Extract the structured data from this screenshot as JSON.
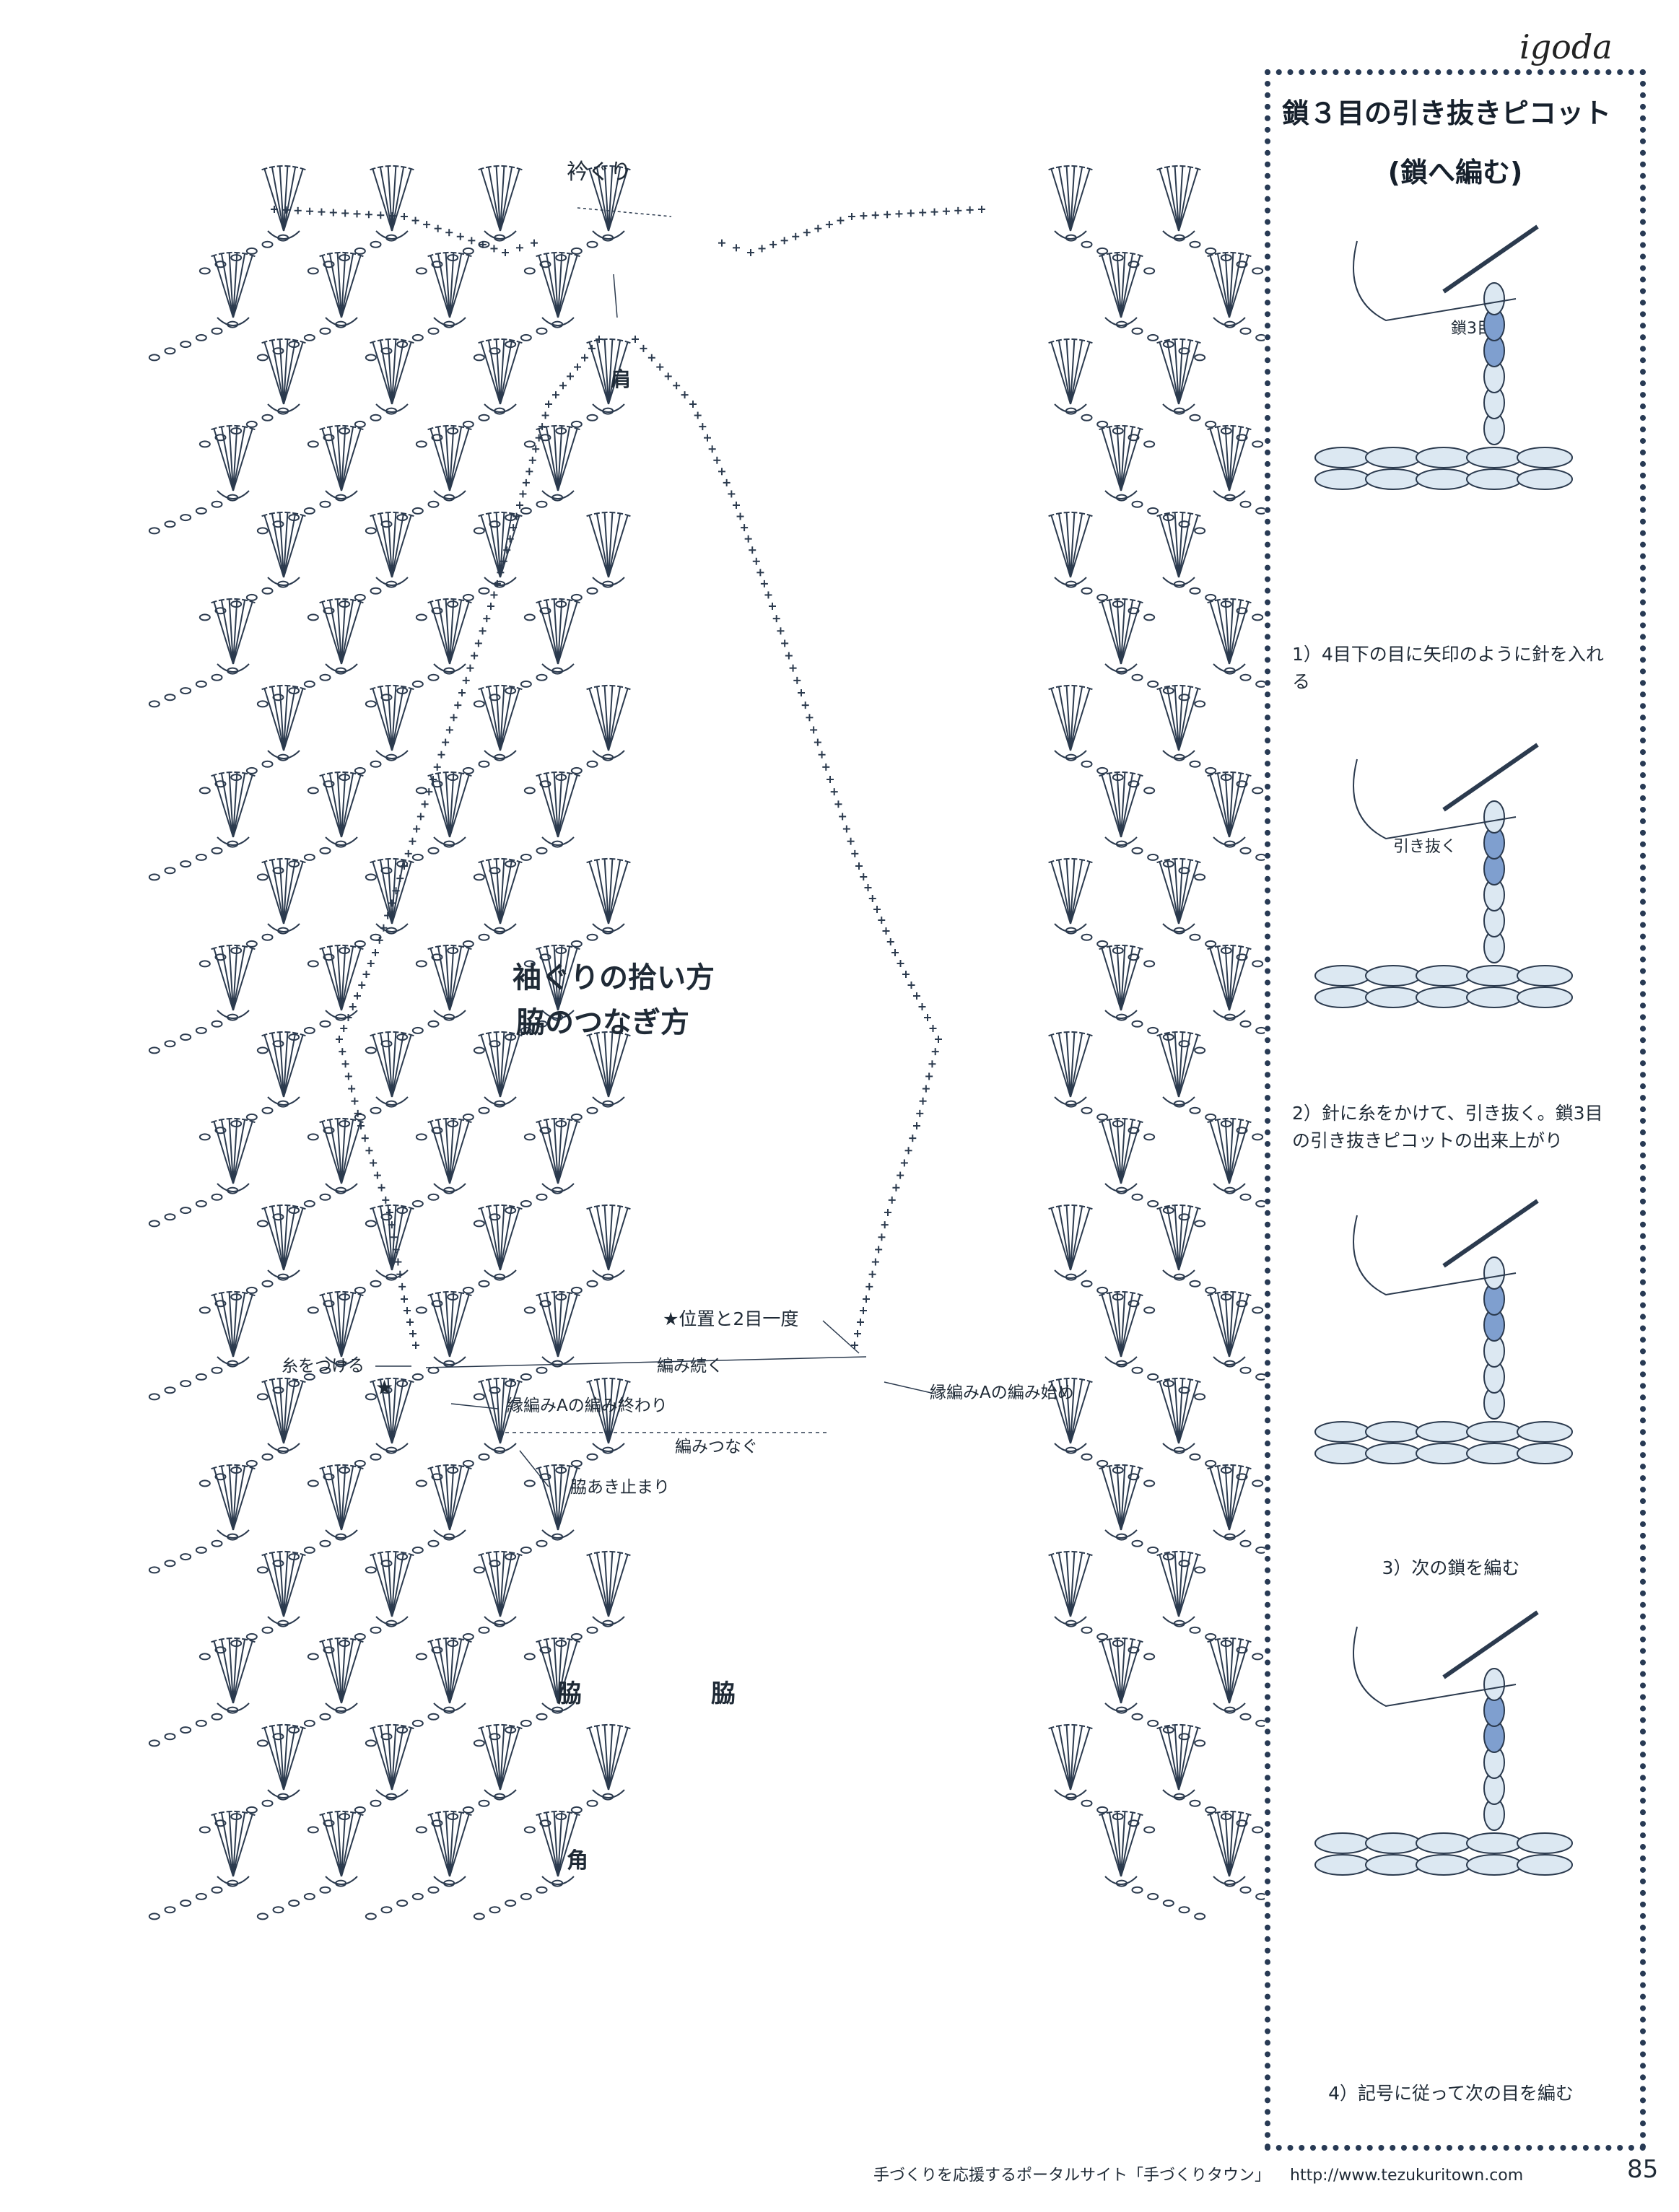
{
  "watermark": "igoda",
  "diagram": {
    "neckline": "衿ぐり",
    "shoulder": "肩",
    "title_line1": "袖ぐりの拾い方",
    "title_line2": "脇のつなぎ方",
    "star_position": "★位置と2目一度",
    "attach_yarn": "糸をつける",
    "star": "★",
    "continue_knit": "編み続く",
    "edge_a_end": "縁編みAの編み終わり",
    "edge_a_start": "縁編みAの編み始め",
    "join": "編みつなぐ",
    "side_open_stop": "脇あき止まり",
    "side_left": "脇",
    "side_right": "脇",
    "corner": "角"
  },
  "panel": {
    "title": "鎖３目の引き抜きピコット",
    "subtitle": "(鎖へ編む)",
    "label_chain3": "鎖3目",
    "label_pull": "引き抜く",
    "steps": [
      "1）4目下の目に矢印のように針を入れる",
      "2）針に糸をかけて、引き抜く。鎖3目の引き抜きピコットの出来上がり",
      "3）次の鎖を編む",
      "4）記号に従って次の目を編む"
    ]
  },
  "footer": {
    "text": "手づくりを応援するポータルサイト「手づくりタウン」",
    "url": "http://www.tezukuritown.com",
    "page": "85"
  },
  "colors": {
    "line": "#2b3a4e",
    "yarn": "#dce8f2",
    "highlight": "#7f9fcf"
  }
}
